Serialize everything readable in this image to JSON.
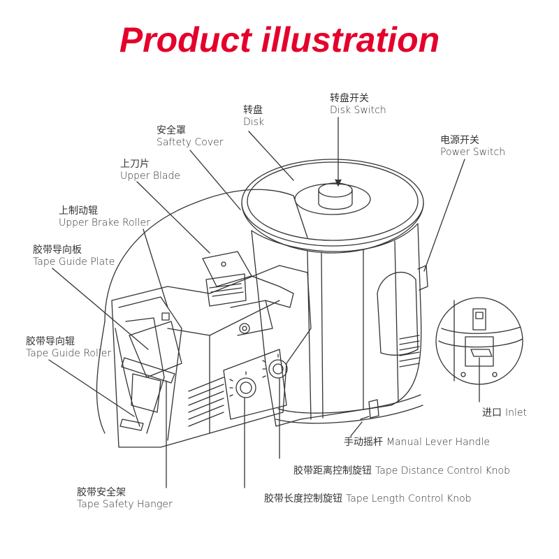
{
  "title": "Product illustration",
  "colors": {
    "title": "#e4002b",
    "line": "#333333"
  },
  "labels": {
    "disk_switch": {
      "zh": "转盘开关",
      "en": "Disk Switch"
    },
    "disk": {
      "zh": "转盘",
      "en": "Disk"
    },
    "power_switch": {
      "zh": "电源开关",
      "en": "Power Switch"
    },
    "safety_cover": {
      "zh": "安全罩",
      "en": "Saftety Cover"
    },
    "upper_blade": {
      "zh": "上刀片",
      "en": "Upper Blade"
    },
    "upper_brake_roller": {
      "zh": "上制动辊",
      "en": "Upper Brake Roller"
    },
    "tape_guide_plate": {
      "zh": "胶带导向板",
      "en": "Tape Guide Plate"
    },
    "tape_guide_roller": {
      "zh": "胶带导向辊",
      "en": "Tape Guide Roller"
    },
    "inlet": {
      "zh": "进口",
      "en": "Inlet"
    },
    "manual_lever_handle": {
      "zh": "手动摇杆",
      "en": "Manual Lever Handle"
    },
    "tape_distance_knob": {
      "zh": "胶带距离控制旋钮",
      "en": "Tape Distance Control Knob"
    },
    "tape_safety_hanger": {
      "zh": "胶带安全架",
      "en": "Tape Safety Hanger"
    },
    "tape_length_knob": {
      "zh": "胶带长度控制旋钮",
      "en": "Tape Length Control Knob"
    }
  }
}
